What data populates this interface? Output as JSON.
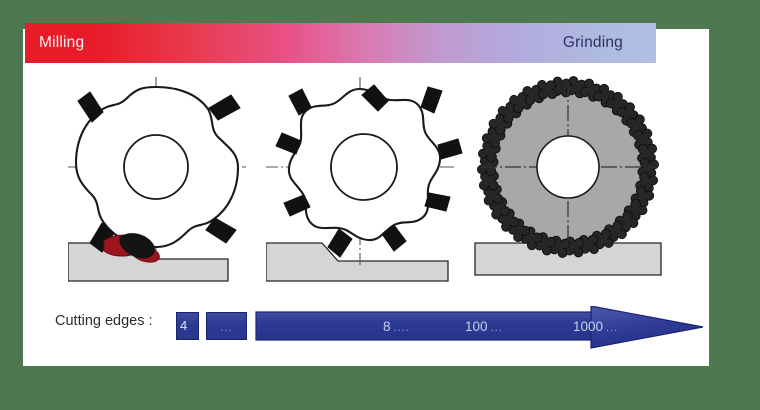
{
  "background_color": "#4d7850",
  "card": {
    "background_color": "#ffffff"
  },
  "band": {
    "left_label": "Milling",
    "right_label": "Grinding",
    "left_color": "#e81c28",
    "right_color": "#aebce0",
    "left_text_color": "#f3f0f2",
    "right_text_color": "#2f3263"
  },
  "figures": [
    {
      "name": "milling-cutter-4-edges",
      "type": "milling-cutter",
      "teeth": 4,
      "insert_color": "#111111",
      "body_color": "#ffffff",
      "outline_color": "#1a1a1a",
      "chip_color": "#9c1420",
      "workpiece_color": "#d5d5d5"
    },
    {
      "name": "milling-cutter-8-edges",
      "type": "milling-cutter",
      "teeth": 9,
      "insert_color": "#111111",
      "body_color": "#ffffff",
      "outline_color": "#1a1a1a",
      "workpiece_color": "#d5d5d5"
    },
    {
      "name": "grinding-wheel",
      "type": "grinding-wheel",
      "grains": 34,
      "disc_color": "#a8a8a8",
      "grain_color": "#262626",
      "bore_color": "#ffffff",
      "workpiece_color": "#d5d5d5"
    }
  ],
  "scale": {
    "caption": "Cutting edges :",
    "chips": [
      {
        "value": "4"
      },
      {
        "value": "..."
      }
    ],
    "arrow_color": "#2c3a94",
    "ticks": [
      {
        "value": "8",
        "dots": "...."
      },
      {
        "value": "100",
        "dots": "..."
      },
      {
        "value": "1000",
        "dots": "..."
      }
    ]
  }
}
